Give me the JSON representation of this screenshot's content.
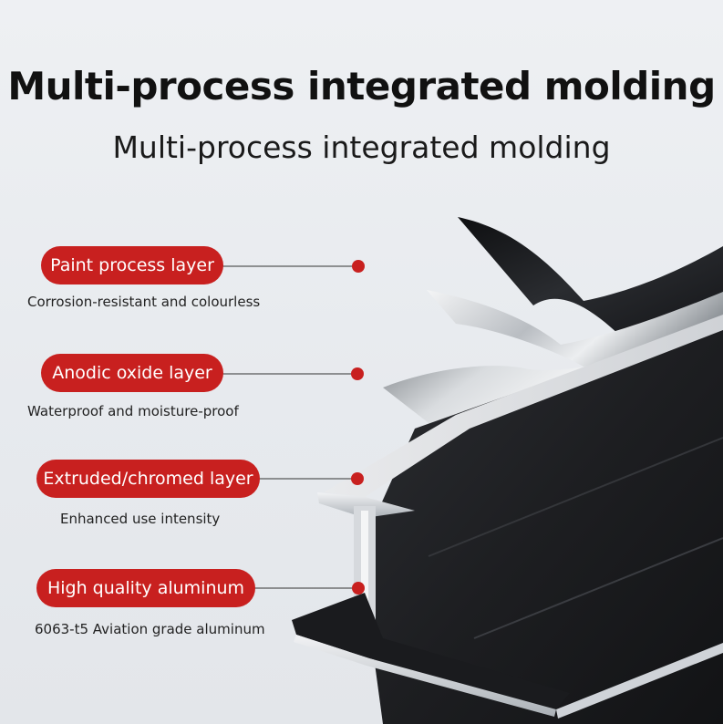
{
  "title": "Multi-process integrated molding",
  "subtitle": "Multi-process integrated molding",
  "colors": {
    "accent": "#c8201f",
    "leader_line": "#333333",
    "aluminum_dark": "#1c1d20",
    "aluminum_edge": "#cfd3d8"
  },
  "layers": [
    {
      "label": "Paint process layer",
      "description": "Corrosion-resistant and colourless",
      "marker_icon": "red-dot"
    },
    {
      "label": "Anodic oxide layer",
      "description": "Waterproof and moisture-proof",
      "marker_icon": "red-dot"
    },
    {
      "label": "Extruded/chromed layer",
      "description": "Enhanced use intensity",
      "marker_icon": "red-dot"
    },
    {
      "label": "High quality aluminum",
      "description": "6063-t5 Aviation grade aluminum",
      "marker_icon": "red-dot"
    }
  ]
}
